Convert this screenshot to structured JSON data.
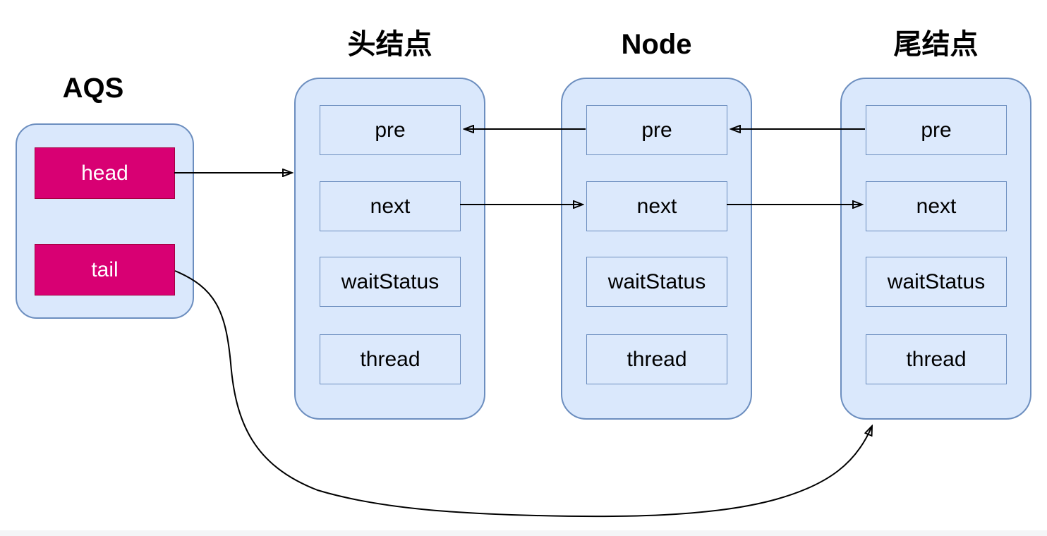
{
  "colors": {
    "canvas_bg": "#ffffff",
    "node_fill": "#dae8fc",
    "node_border": "#6c8ebf",
    "field_fill": "#dce9fc",
    "field_border": "#6c8ebf",
    "field_text": "#000000",
    "pointer_fill": "#d80073",
    "pointer_border": "#a50040",
    "pointer_text": "#ffffff",
    "title_text": "#000000",
    "arrow_color": "#000000",
    "footer_strip": "#f4f5f7"
  },
  "diagram": {
    "aqs": {
      "title": "AQS",
      "pointers": [
        {
          "label": "head"
        },
        {
          "label": "tail"
        }
      ]
    },
    "nodes": [
      {
        "title": "头结点",
        "fields": [
          "pre",
          "next",
          "waitStatus",
          "thread"
        ]
      },
      {
        "title": "Node",
        "fields": [
          "pre",
          "next",
          "waitStatus",
          "thread"
        ]
      },
      {
        "title": "尾结点",
        "fields": [
          "pre",
          "next",
          "waitStatus",
          "thread"
        ]
      }
    ],
    "edges": [
      {
        "from": "AQS.head",
        "to": "头结点",
        "style": "straight-arrow"
      },
      {
        "from": "Node.pre",
        "to": "头结点.pre",
        "style": "straight-arrow"
      },
      {
        "from": "尾结点.pre",
        "to": "Node.pre",
        "style": "straight-arrow"
      },
      {
        "from": "头结点.next",
        "to": "Node.next",
        "style": "straight-arrow"
      },
      {
        "from": "Node.next",
        "to": "尾结点.next",
        "style": "straight-arrow"
      },
      {
        "from": "AQS.tail",
        "to": "尾结点-bottom",
        "style": "curved-arrow"
      }
    ]
  }
}
